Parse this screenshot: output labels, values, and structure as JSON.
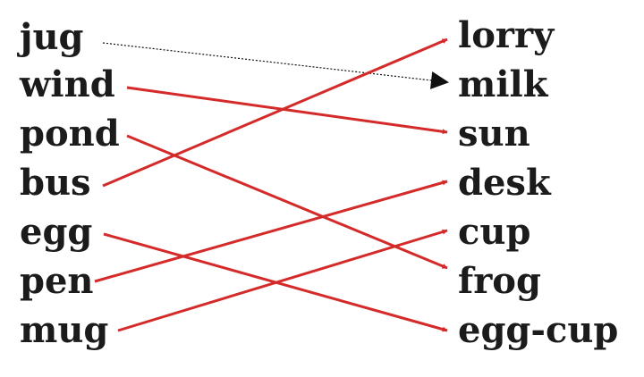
{
  "left_words": [
    "jug",
    "wind",
    "pond",
    "bus",
    "egg",
    "pen",
    "mug"
  ],
  "right_words": [
    "lorry",
    "milk",
    "sun",
    "desk",
    "cup",
    "frog",
    "egg-cup"
  ],
  "links": [
    {
      "from": "jug",
      "to": "milk",
      "style": "example"
    },
    {
      "from": "wind",
      "to": "sun",
      "style": "answer"
    },
    {
      "from": "pond",
      "to": "frog",
      "style": "answer"
    },
    {
      "from": "bus",
      "to": "lorry",
      "style": "answer"
    },
    {
      "from": "egg",
      "to": "egg-cup",
      "style": "answer"
    },
    {
      "from": "pen",
      "to": "desk",
      "style": "answer"
    },
    {
      "from": "mug",
      "to": "cup",
      "style": "answer"
    }
  ],
  "colors": {
    "text": "#1b1b1b",
    "answer_line": "#d42a2a",
    "example_line": "#111111"
  }
}
